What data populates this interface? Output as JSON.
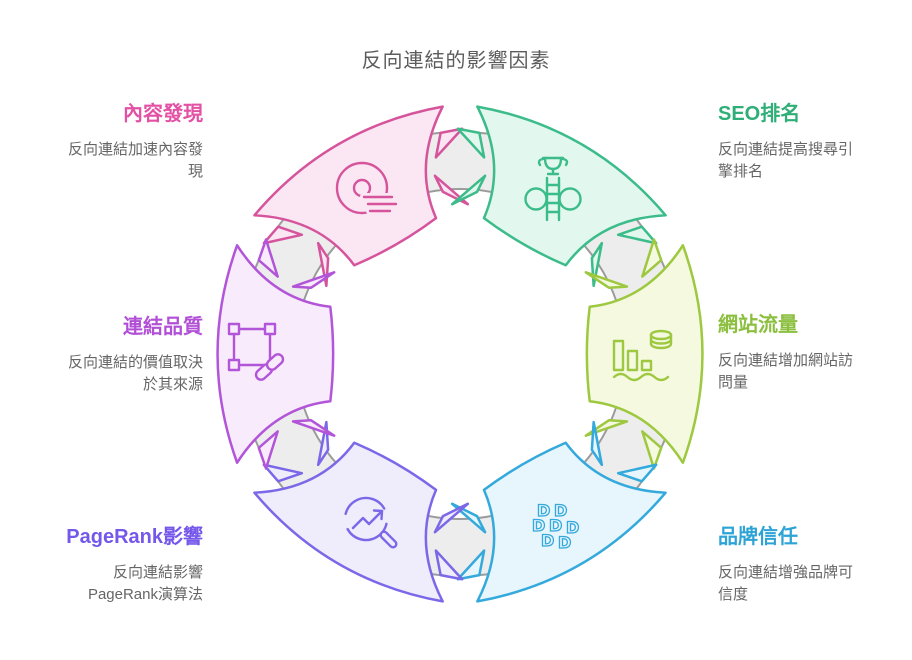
{
  "title": "反向連結的影響因素",
  "ring": {
    "band_fill": "#ededed",
    "outline": "#9b9b9b"
  },
  "segments": [
    {
      "id": "content-discovery",
      "label": "內容發現",
      "description": "反向連結加速內容發\n現",
      "accent": "#e351a5",
      "stroke": "#d5549c",
      "fill": "#fbe7f3",
      "icon": "disc-speed-lines-icon"
    },
    {
      "id": "seo-ranking",
      "label": "SEO排名",
      "description": "反向連結提高搜尋引\n擎排名",
      "accent": "#2fae77",
      "stroke": "#3bbc8a",
      "fill": "#e2f7ed",
      "icon": "trophy-ladder-cloud-icon"
    },
    {
      "id": "website-traffic",
      "label": "網站流量",
      "description": "反向連結增加網站訪\n問量",
      "accent": "#8cbf3f",
      "stroke": "#9dc83f",
      "fill": "#f4f9e0",
      "icon": "bar-chart-coins-icon"
    },
    {
      "id": "brand-trust",
      "label": "品牌信任",
      "description": "反向連結增強品牌可\n信度",
      "accent": "#2da4d5",
      "stroke": "#33a9dc",
      "fill": "#e7f5fc",
      "icon": "letter-d-cluster-icon"
    },
    {
      "id": "pagerank-influence",
      "label": "PageRank影響",
      "description": "反向連結影響\nPageRank演算法",
      "accent": "#7558ea",
      "stroke": "#7a68e8",
      "fill": "#efecfc",
      "icon": "search-trend-arrow-icon"
    },
    {
      "id": "link-quality",
      "label": "連結品質",
      "description": "反向連結的價值取決\n於其來源",
      "accent": "#b14fd6",
      "stroke": "#b255d8",
      "fill": "#f8ebfc",
      "icon": "selection-frame-link-icon"
    }
  ]
}
